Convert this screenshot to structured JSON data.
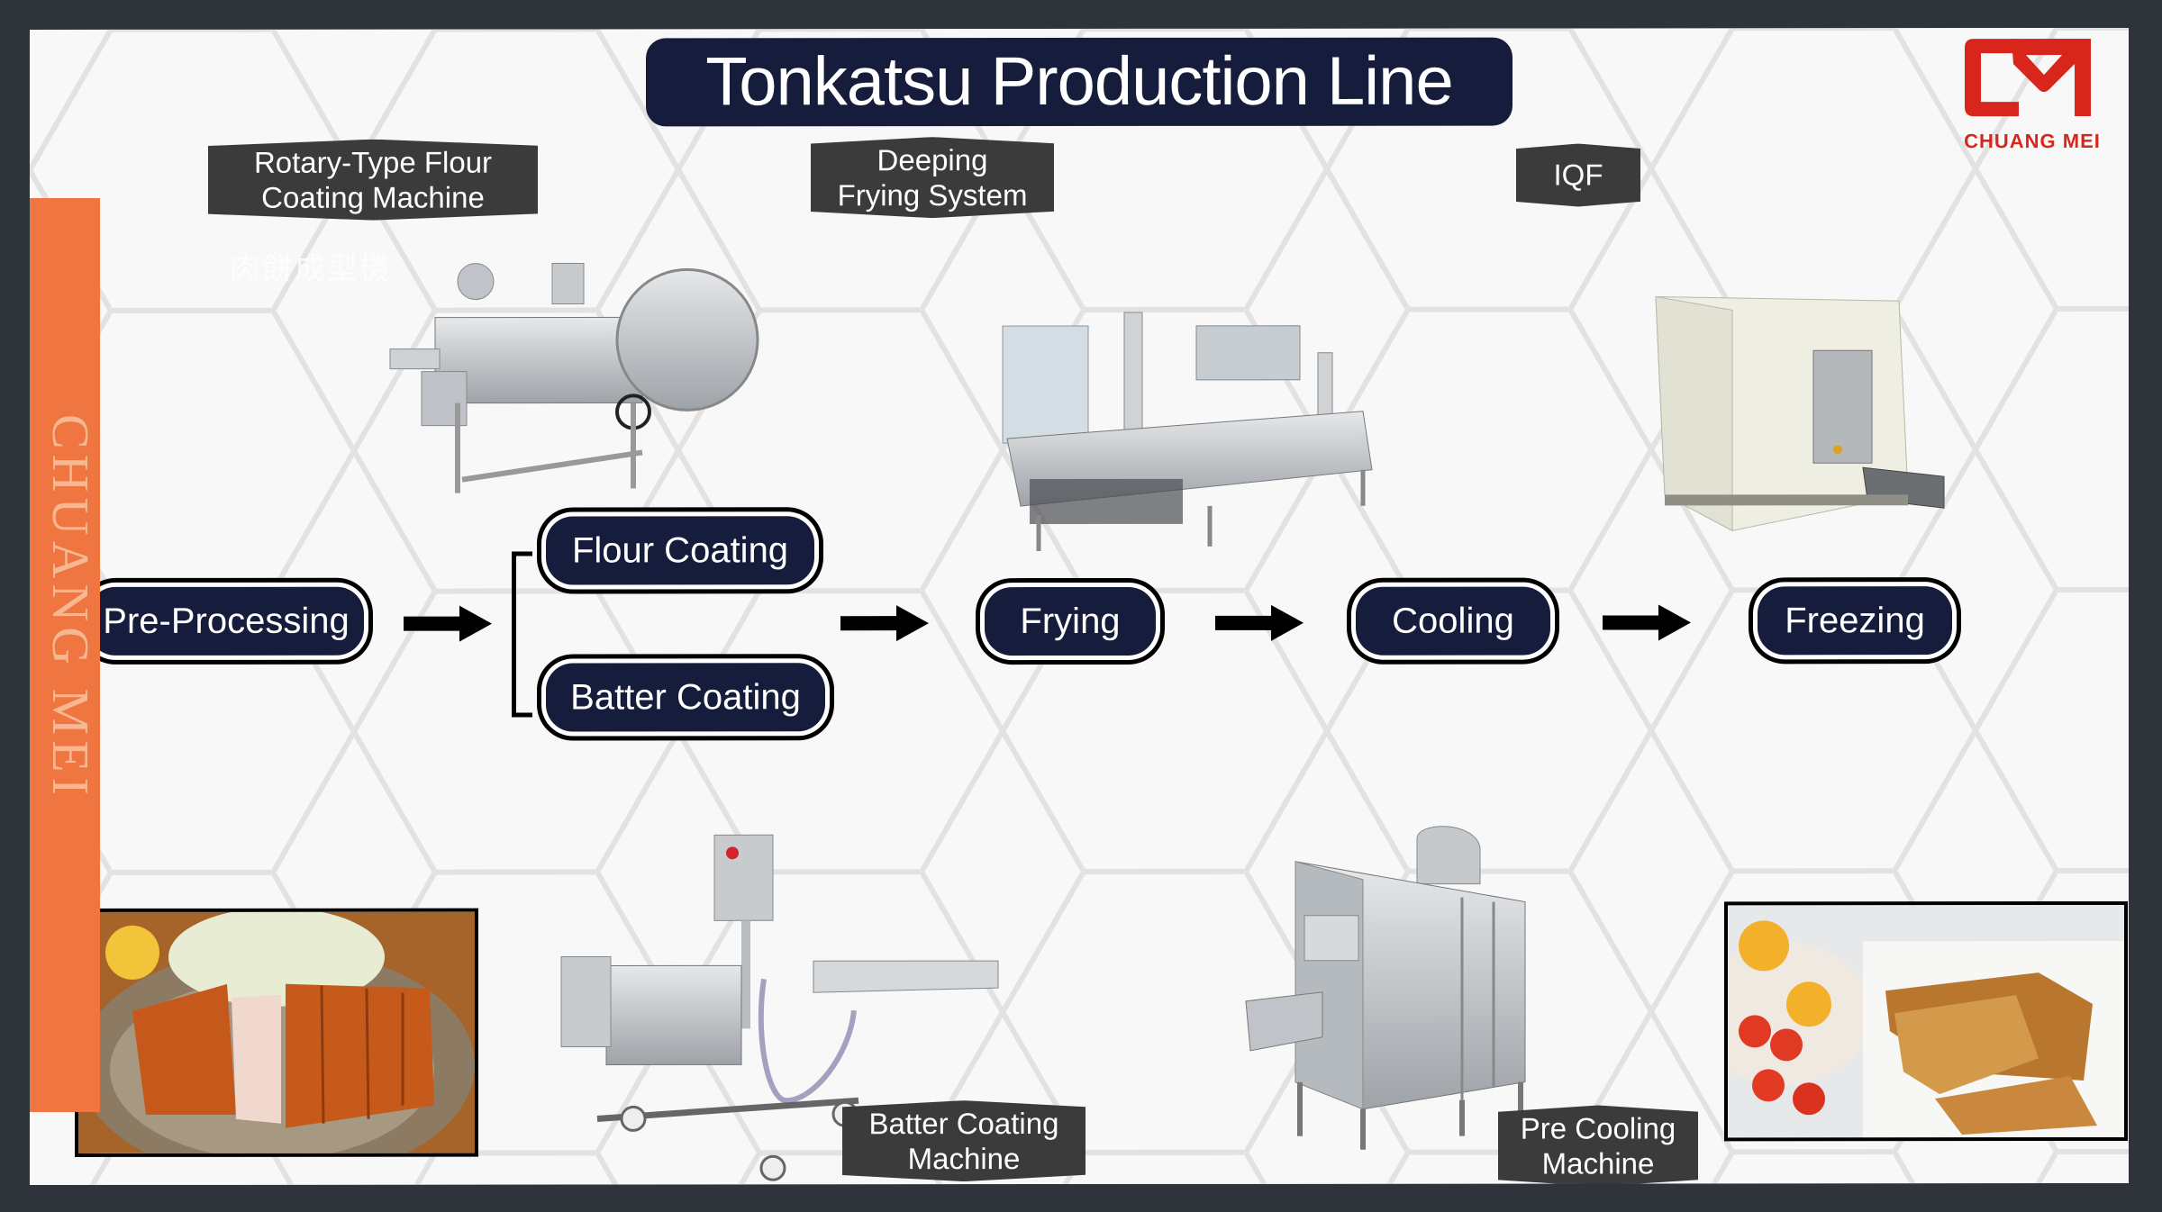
{
  "title": "Tonkatsu Production Line",
  "brand": {
    "logo_mark": "CM",
    "name": "CHUANG MEI",
    "side_band_text": "CHUANG MEI",
    "logo_color": "#d9261c",
    "side_band_color": "#ef7641",
    "pill_color": "#161c3b",
    "tag_color": "#3c3b3c"
  },
  "equipment_tags": {
    "rotary_flour": "Rotary-Type Flour Coating Machine",
    "rotary_flour_line1": "Rotary-Type Flour",
    "rotary_flour_line2": "Coating Machine",
    "ghost_cn": "肉餅成型機",
    "deep_frying_line1": "Deeping",
    "deep_frying_line2": "Frying System",
    "iqf": "IQF",
    "batter_line1": "Batter Coating",
    "batter_line2": "Machine",
    "precool_line1": "Pre Cooling",
    "precool_line2": "Machine"
  },
  "process_steps": [
    {
      "id": "pre-processing",
      "label": "Pre-Processing"
    },
    {
      "id": "flour-coating",
      "label": "Flour Coating"
    },
    {
      "id": "batter-coating",
      "label": "Batter Coating"
    },
    {
      "id": "frying",
      "label": "Frying"
    },
    {
      "id": "cooling",
      "label": "Cooling"
    },
    {
      "id": "freezing",
      "label": "Freezing"
    }
  ],
  "flow": [
    [
      "pre-processing",
      "flour-coating | batter-coating"
    ],
    [
      "flour-coating | batter-coating",
      "frying"
    ],
    [
      "frying",
      "cooling"
    ],
    [
      "cooling",
      "freezing"
    ]
  ],
  "images": {
    "rotary_flour_machine": "stainless rotary drum flour coating machine",
    "deep_frying_system": "stainless continuous deep frying system with exhaust stacks",
    "iqf_freezer": "white insulated IQF tunnel freezer with control panel",
    "batter_machine": "stainless batter coating machine with hoses and casters",
    "precooling_machine": "stainless pre-cooling tunnel with fan duct",
    "tonkatsu_plate": "sliced fried pork cutlet on wire rack with cabbage",
    "breaded_cutlets": "breaded cutlets on paper towel with cherry tomatoes and lemon"
  }
}
